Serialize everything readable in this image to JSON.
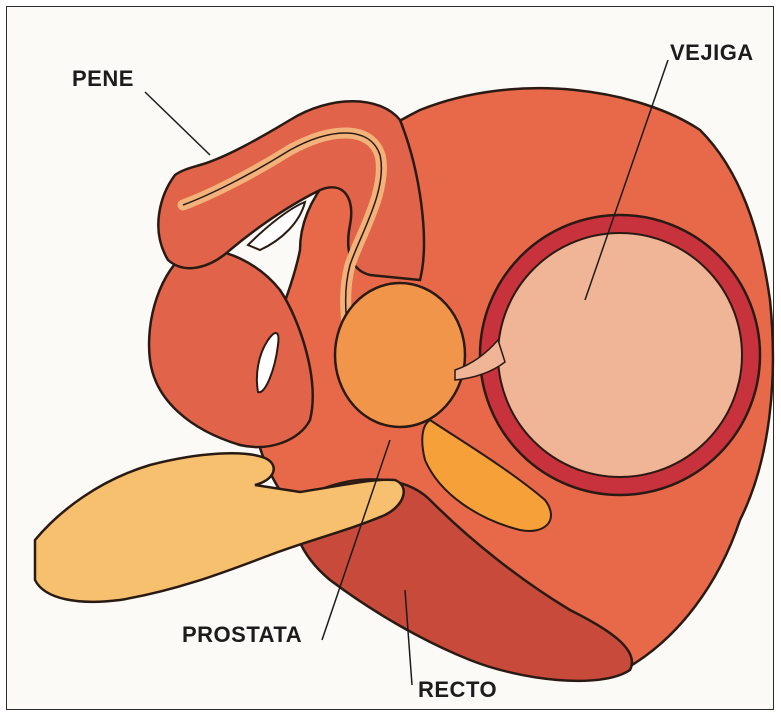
{
  "labels": {
    "pene": "PENE",
    "vejiga": "VEJIGA",
    "prostata": "PROSTATA",
    "recto": "RECTO"
  },
  "colors": {
    "body_tissue": "#e8694a",
    "penis": "#e0634a",
    "urethra": "#f3b27a",
    "prostate": "#f0954a",
    "bladder_wall": "#c8323c",
    "bladder_inner": "#f0b497",
    "rectum": "#c84a3a",
    "hand": "#f7c06e",
    "seminal_vesicle": "#f6a03a",
    "outline": "#2a1a14"
  }
}
